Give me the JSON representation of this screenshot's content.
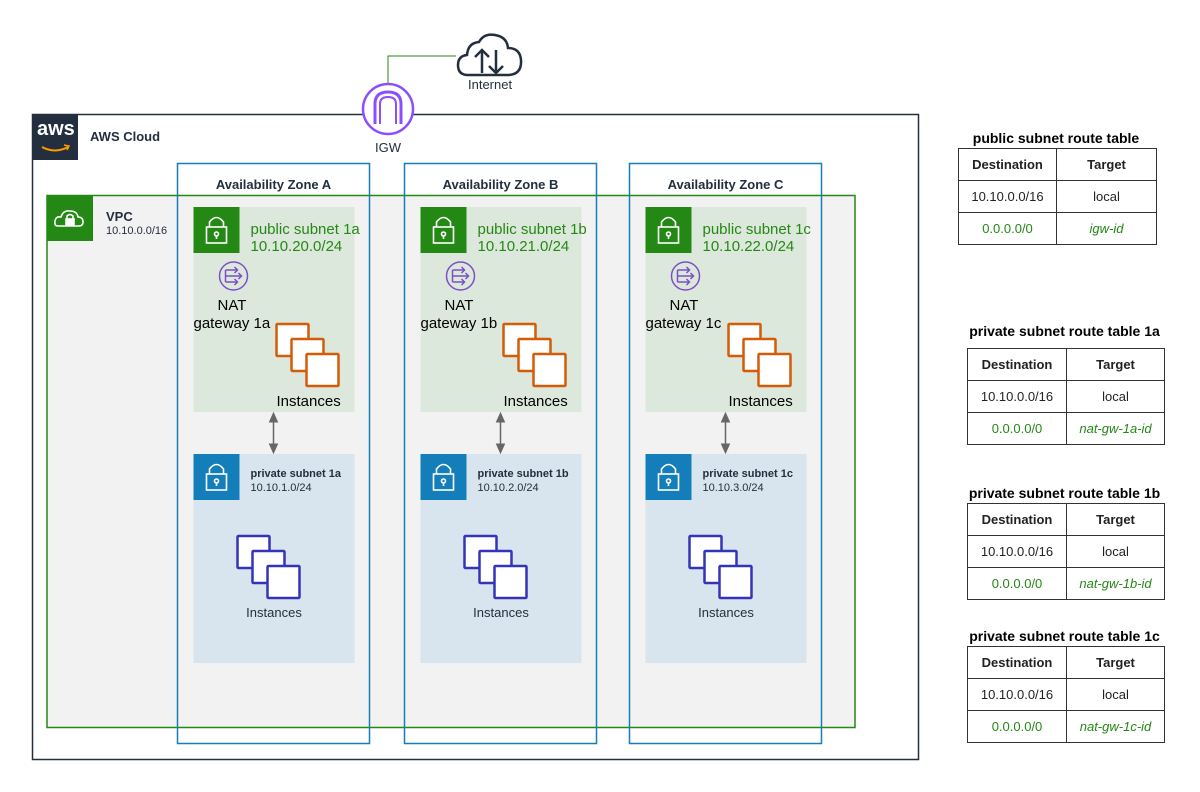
{
  "internet": {
    "label": "Internet",
    "icon": "internet-cloud-icon"
  },
  "igw": {
    "label": "IGW",
    "icon": "internet-gateway-icon"
  },
  "cloud": {
    "label": "AWS Cloud",
    "logo_text": "aws"
  },
  "vpc": {
    "label": "VPC",
    "cidr": "10.10.0.0/16"
  },
  "zones": [
    {
      "name": "Availability Zone A",
      "public_subnet": {
        "name": "public subnet 1a",
        "cidr": "10.10.20.0/24",
        "nat_label_line1": "NAT",
        "nat_label_line2": "gateway 1a",
        "instances_label": "Instances"
      },
      "private_subnet": {
        "name": "private subnet 1a",
        "cidr": "10.10.1.0/24",
        "instances_label": "Instances"
      }
    },
    {
      "name": "Availability Zone B",
      "public_subnet": {
        "name": "public subnet 1b",
        "cidr": "10.10.21.0/24",
        "nat_label_line1": "NAT",
        "nat_label_line2": "gateway 1b",
        "instances_label": "Instances"
      },
      "private_subnet": {
        "name": "private subnet 1b",
        "cidr": "10.10.2.0/24",
        "instances_label": "Instances"
      }
    },
    {
      "name": "Availability Zone C",
      "public_subnet": {
        "name": "public subnet 1c",
        "cidr": "10.10.22.0/24",
        "nat_label_line1": "NAT",
        "nat_label_line2": "gateway 1c",
        "instances_label": "Instances"
      },
      "private_subnet": {
        "name": "private subnet 1c",
        "cidr": "10.10.3.0/24",
        "instances_label": "Instances"
      }
    }
  ],
  "route_tables": [
    {
      "title": "public subnet route table",
      "headers": [
        "Destination",
        "Target"
      ],
      "rows": [
        {
          "destination": "10.10.0.0/16",
          "target": "local"
        },
        {
          "destination": "0.0.0.0/0",
          "target": "igw-id"
        }
      ]
    },
    {
      "title": "private subnet route table 1a",
      "headers": [
        "Destination",
        "Target"
      ],
      "rows": [
        {
          "destination": "10.10.0.0/16",
          "target": "local"
        },
        {
          "destination": "0.0.0.0/0",
          "target": "nat-gw-1a-id"
        }
      ]
    },
    {
      "title": "private subnet route table 1b",
      "headers": [
        "Destination",
        "Target"
      ],
      "rows": [
        {
          "destination": "10.10.0.0/16",
          "target": "local"
        },
        {
          "destination": "0.0.0.0/0",
          "target": "nat-gw-1b-id"
        }
      ]
    },
    {
      "title": "private subnet route table 1c",
      "headers": [
        "Destination",
        "Target"
      ],
      "rows": [
        {
          "destination": "10.10.0.0/16",
          "target": "local"
        },
        {
          "destination": "0.0.0.0/0",
          "target": "nat-gw-1c-id"
        }
      ]
    }
  ],
  "colors": {
    "cloud_border": "#232f3e",
    "vpc_border": "#248814",
    "az_border": "#147eba",
    "public_fill": "#dde8dc",
    "private_fill": "#d8e5ee",
    "public_icon": "#248814",
    "private_icon": "#147eba",
    "public_instances": "#d45b07",
    "private_instances": "#3334b9",
    "nat": "#7d4fc6",
    "igw": "#8c4fff"
  }
}
